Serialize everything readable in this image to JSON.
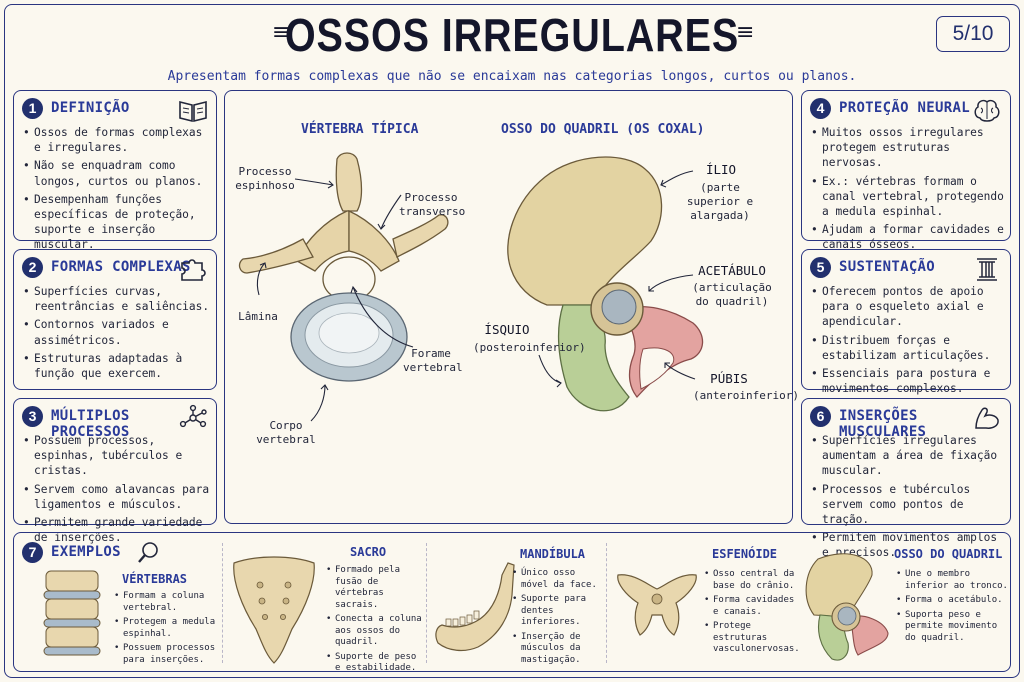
{
  "title": "OSSOS IRREGULARES",
  "page_number": "5/10",
  "subtitle": "Apresentam formas complexas que não se encaixam nas categorias longos, curtos ou planos.",
  "cards": [
    {
      "num": "1",
      "title": "DEFINIÇÃO",
      "icon": "book-icon",
      "bullets": [
        "Ossos de formas complexas e irregulares.",
        "Não se enquadram como longos, curtos ou planos.",
        "Desempenham funções específicas de proteção, suporte e inserção muscular."
      ]
    },
    {
      "num": "2",
      "title": "FORMAS COMPLEXAS",
      "icon": "puzzle-icon",
      "bullets": [
        "Superfícies curvas, reentrâncias e saliências.",
        "Contornos variados e assimétricos.",
        "Estruturas adaptadas à função que exercem."
      ]
    },
    {
      "num": "3",
      "title": "MÚLTIPLOS PROCESSOS",
      "icon": "network-icon",
      "bullets": [
        "Possuem processos, espinhas, tubérculos e cristas.",
        "Servem como alavancas para ligamentos e músculos.",
        "Permitem grande variedade de inserções."
      ]
    },
    {
      "num": "4",
      "title": "PROTEÇÃO NEURAL",
      "icon": "brain-icon",
      "bullets": [
        "Muitos ossos irregulares protegem estruturas nervosas.",
        "Ex.: vértebras formam o canal vertebral, protegendo a medula espinhal.",
        "Ajudam a formar cavidades e canais ósseos."
      ]
    },
    {
      "num": "5",
      "title": "SUSTENTAÇÃO",
      "icon": "column-icon",
      "bullets": [
        "Oferecem pontos de apoio para o esqueleto axial e apendicular.",
        "Distribuem forças e estabilizam articulações.",
        "Essenciais para postura e movimentos complexos."
      ]
    },
    {
      "num": "6",
      "title": "INSERÇÕES MUSCULARES",
      "icon": "muscle-icon",
      "bullets": [
        "Superfícies irregulares aumentam a área de fixação muscular.",
        "Processos e tubérculos servem como pontos de tração.",
        "Permitem movimentos amplos e precisos."
      ]
    }
  ],
  "vertebra": {
    "heading": "VÉRTEBRA TÍPICA",
    "labels": {
      "spinous": "Processo espinhoso",
      "transverse": "Processo transverso",
      "lamina": "Lâmina",
      "foramen": "Forame vertebral",
      "body": "Corpo vertebral"
    }
  },
  "hip": {
    "heading": "OSSO DO QUADRIL (OS COXAL)",
    "labels": {
      "ilium": "ÍLIO",
      "ilium_desc": "(parte superior e alargada)",
      "acetabulum": "ACETÁBULO",
      "acetabulum_desc": "(articulação do quadril)",
      "ischium": "ÍSQUIO",
      "ischium_desc": "(posteroinferior)",
      "pubis": "PÚBIS",
      "pubis_desc": "(anteroinferior)"
    }
  },
  "examples": {
    "num": "7",
    "title": "EXEMPLOS",
    "items": [
      {
        "name": "VÉRTEBRAS",
        "bullets": [
          "Formam a coluna vertebral.",
          "Protegem a medula espinhal.",
          "Possuem processos para inserções."
        ]
      },
      {
        "name": "SACRO",
        "bullets": [
          "Formado pela fusão de vértebras sacrais.",
          "Conecta a coluna aos ossos do quadril.",
          "Suporte de peso e estabilidade."
        ]
      },
      {
        "name": "MANDÍBULA",
        "bullets": [
          "Único osso móvel da face.",
          "Suporte para dentes inferiores.",
          "Inserção de músculos da mastigação."
        ]
      },
      {
        "name": "ESFENÓIDE",
        "bullets": [
          "Osso central da base do crânio.",
          "Forma cavidades e canais.",
          "Protege estruturas vasculonervosas."
        ]
      },
      {
        "name": "OSSO DO QUADRIL",
        "bullets": [
          "Une o membro inferior ao tronco.",
          "Forma o acetábulo.",
          "Suporta peso e permite movimento do quadril."
        ]
      }
    ]
  },
  "colors": {
    "navy": "#22306e",
    "accent": "#2a3a98",
    "bone": "#e8d7ae",
    "ilium": "#e3d3a2",
    "ischium": "#b9cf97",
    "pubis": "#e3a3a0",
    "disc": "#b9c7cf"
  }
}
